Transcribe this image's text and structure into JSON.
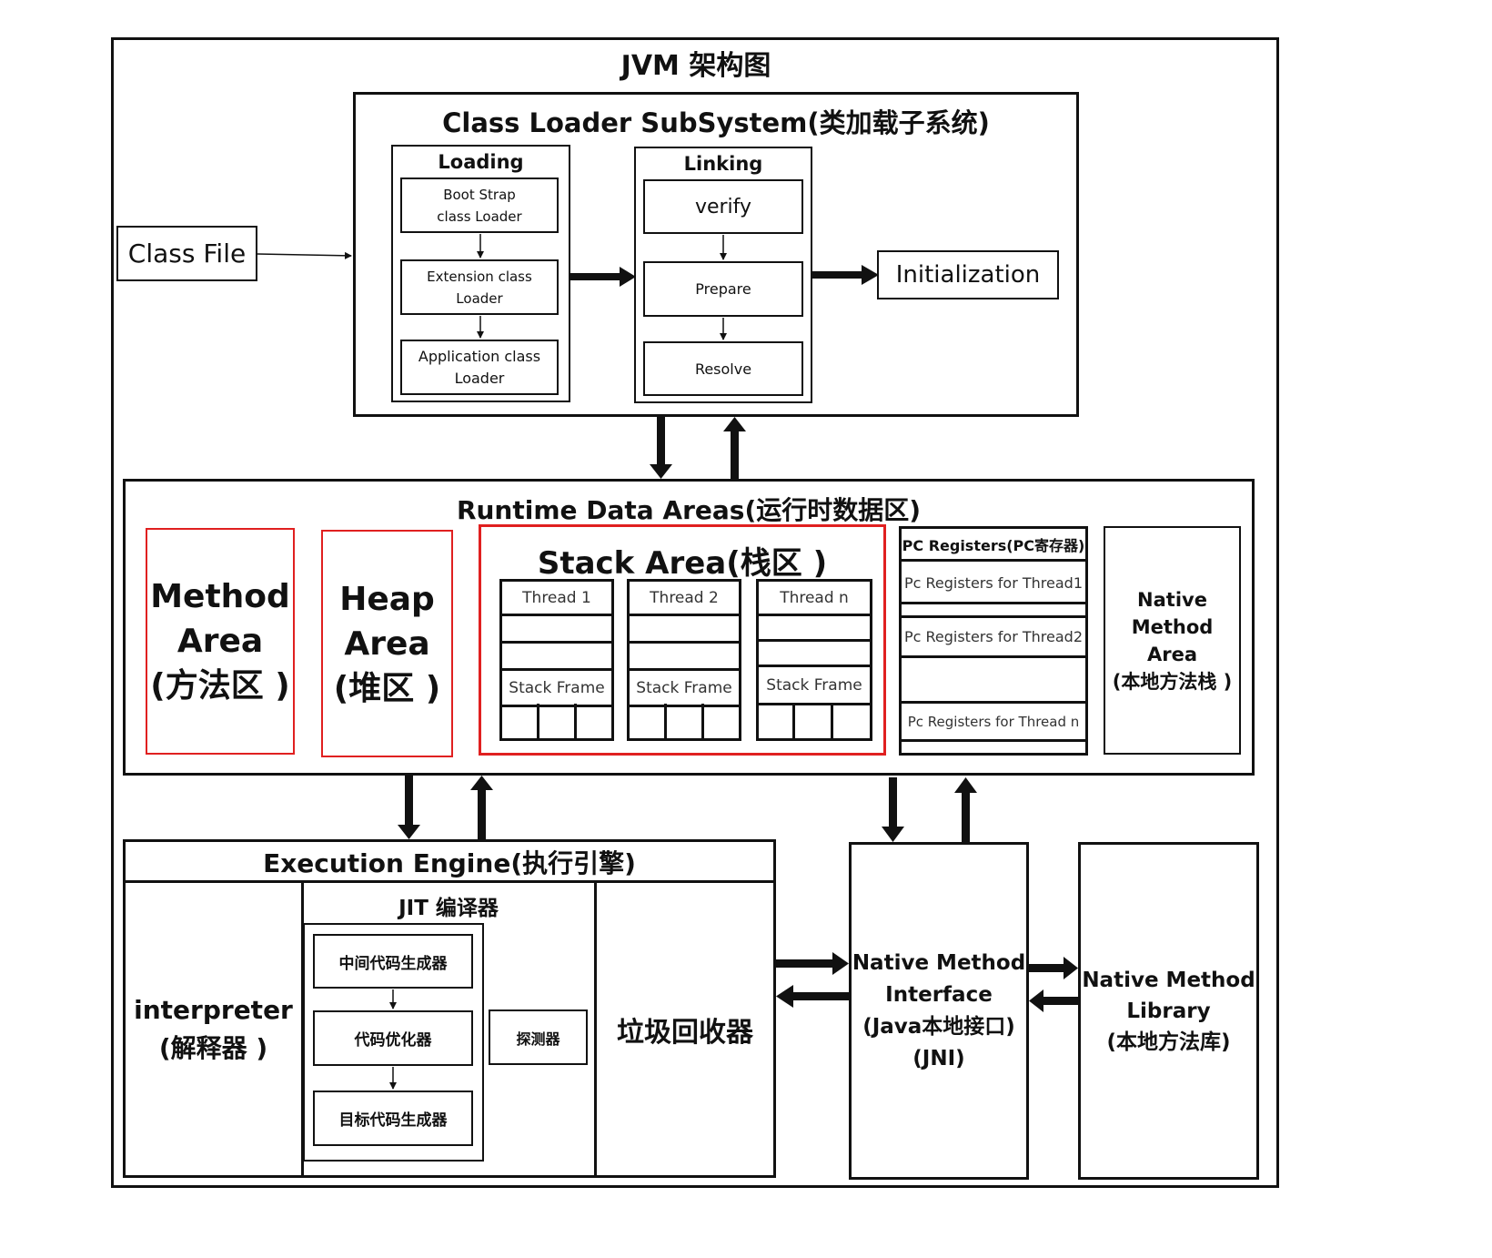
{
  "title": "JVM 架构图",
  "class_file": "Class File",
  "class_loader": {
    "title": "Class Loader SubSystem(类加载子系统)",
    "loading": {
      "title": "Loading",
      "items": [
        "Boot Strap\nclass Loader",
        "Extension class\nLoader",
        "Application class\nLoader"
      ]
    },
    "linking": {
      "title": "Linking",
      "items": [
        "verify",
        "Prepare",
        "Resolve"
      ]
    },
    "initialization": "Initialization"
  },
  "runtime": {
    "title": "Runtime Data Areas(运行时数据区)",
    "method_area": "Method\nArea\n(方法区 )",
    "heap_area": "Heap\nArea\n(堆区 )",
    "stack_area": {
      "title": "Stack Area(栈区 )",
      "threads": [
        {
          "name": "Thread 1",
          "frame": "Stack Frame"
        },
        {
          "name": "Thread 2",
          "frame": "Stack Frame"
        },
        {
          "name": "Thread n",
          "frame": "Stack Frame"
        }
      ]
    },
    "pc_registers": {
      "title": "PC Registers(PC寄存器)",
      "items": [
        "Pc Registers for Thread1",
        "Pc Registers for Thread2",
        "Pc Registers for Thread n"
      ]
    },
    "native_stack": "Native\nMethod\nArea\n(本地方法栈 )"
  },
  "execution": {
    "title": "Execution Engine(执行引擎)",
    "interpreter": "interpreter\n(解释器 )",
    "jit": {
      "title": "JIT 编译器",
      "items": [
        "中间代码生成器",
        "代码优化器",
        "目标代码生成器"
      ],
      "detector": "探测器"
    },
    "gc": "垃圾回收器"
  },
  "native_interface": "Native Method\nInterface\n(Java本地接口)\n(JNI)",
  "native_library": "Native Method\nLibrary\n(本地方法库)"
}
